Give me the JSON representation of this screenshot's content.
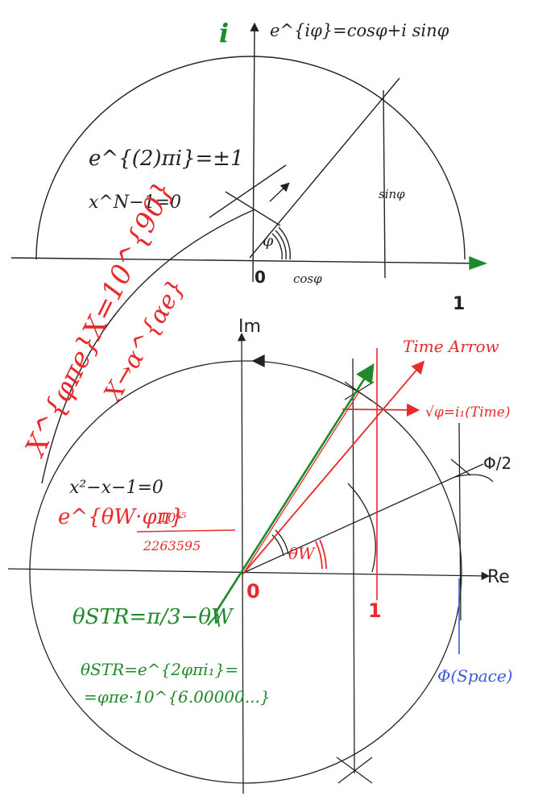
{
  "colors": {
    "ink": "#222222",
    "red": "#e52b2b",
    "green": "#1f8a2a",
    "blue": "#3a5bd9",
    "paper": "#ffffff"
  },
  "top": {
    "i_label": "i",
    "euler_formula": "e^{iφ}=cosφ+i sinφ",
    "roots_of_unity": "e^{(2)πi}=±1",
    "poly_n": "x^N−1=0",
    "angle_phi": "φ",
    "origin": "0",
    "cos_label": "cosφ",
    "sin_label": "sinφ",
    "unit_one": "1"
  },
  "curve_labels": {
    "phi_pi_e": "X^{φπe}X=10^{90}",
    "x_to_alpha": "X→α^{αe}"
  },
  "bottom": {
    "im_label": "Im",
    "re_label": "Re",
    "time_arrow": "Time Arrow",
    "sqrt_phi": "√φ=i₁(Time)",
    "phi_half": "Φ/2",
    "golden_poly": "x²−x−1=0",
    "exp_theta_w": "e^{θW·φπ}",
    "fraction_num": "10⁶⁵",
    "fraction_den": "2263595",
    "theta_w": "θW",
    "origin": "0",
    "unit_one": "1",
    "theta_str_1": "θSTR=π/3−θW",
    "theta_str_2": "θSTR=e^{2φπi₁}=",
    "theta_str_3": "=φπe·10^{6.00000...}",
    "phi_space": "Φ(Space)"
  }
}
